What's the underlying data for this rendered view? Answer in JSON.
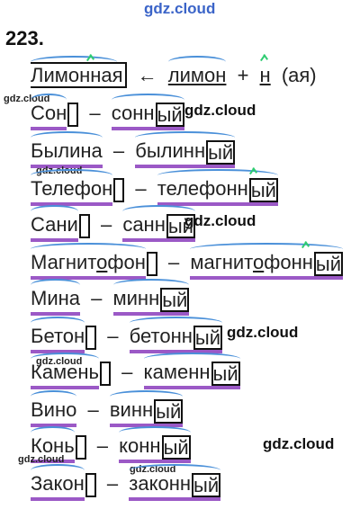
{
  "watermarks": {
    "main": "gdz.cloud"
  },
  "exercise_number": "223.",
  "header": {
    "word": "Лимонная",
    "arrow": "←",
    "base": "лимон",
    "plus": "+",
    "suffix": "н",
    "ending": "(ая)"
  },
  "rows": [
    {
      "noun": "Сон",
      "dash": "–",
      "adj_stem": "сонн",
      "adj_end": "ый"
    },
    {
      "noun": "Былина",
      "dash": "–",
      "adj_stem": "былинн",
      "adj_end": "ый"
    },
    {
      "noun": "Телефон",
      "dash": "–",
      "adj_stem": "телефонн",
      "adj_end": "ый"
    },
    {
      "noun": "Сани",
      "dash": "–",
      "adj_stem": "санн",
      "adj_end": "ый"
    },
    {
      "noun_a": "Магнит",
      "noun_o": "о",
      "noun_b": "фон",
      "dash": "–",
      "adj_a": "магнит",
      "adj_o": "о",
      "adj_b": "фонн",
      "adj_end": "ый"
    },
    {
      "noun": "Мина",
      "dash": "–",
      "adj_stem": "минн",
      "adj_end": "ый"
    },
    {
      "noun": "Бетон",
      "dash": "–",
      "adj_stem": "бетонн",
      "adj_end": "ый"
    },
    {
      "noun": "Камень",
      "dash": "–",
      "adj_stem": "каменн",
      "adj_end": "ый"
    },
    {
      "noun": "Вино",
      "dash": "–",
      "adj_stem": "винн",
      "adj_end": "ый"
    },
    {
      "noun": "Конь",
      "dash": "–",
      "adj_stem": "конн",
      "adj_end": "ый"
    },
    {
      "noun": "Закон",
      "dash": "–",
      "adj_stem": "законн",
      "adj_end": "ый"
    }
  ]
}
